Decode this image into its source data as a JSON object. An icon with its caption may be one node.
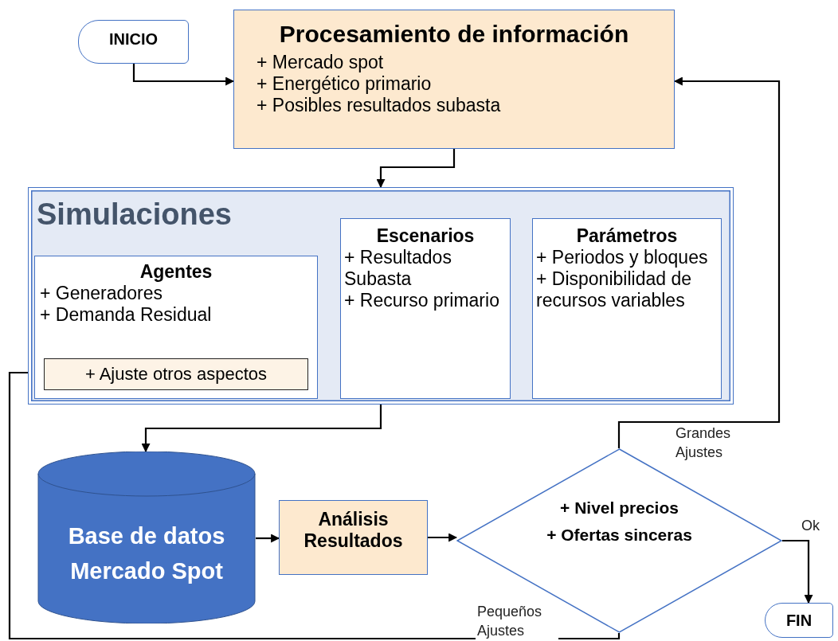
{
  "diagram": {
    "nodes": [
      {
        "text": [
          "INICIO"
        ]
      },
      {
        "text": [
          "Procesamiento de información",
          "+ Mercado spot",
          "+ Energético primario",
          "+ Posibles resultados subasta"
        ]
      },
      {
        "text": [
          "Simulaciones"
        ]
      },
      {
        "text": [
          "Agentes",
          "+ Generadores",
          "+ Demanda Residual"
        ],
        "in": 2
      },
      {
        "text": [
          "+ Ajuste otros aspectos"
        ],
        "in": 3
      },
      {
        "text": [
          "Escenarios",
          "+ Resultados Subasta",
          "+ Recurso primario"
        ],
        "in": 2
      },
      {
        "text": [
          "Parámetros",
          "+ Periodos y bloques",
          "+ Disponibilidad de recursos variables"
        ],
        "in": 2
      },
      {
        "text": [
          "Base de datos Mercado Spot"
        ]
      },
      {
        "text": [
          "Análisis Resultados"
        ]
      },
      {
        "text": [
          "+ Nivel precios",
          "+ Ofertas sinceras"
        ]
      },
      {
        "text": [
          "FIN"
        ]
      }
    ],
    "edges": [
      {
        "from": 0,
        "to": 1,
        "arrow": "to"
      },
      {
        "from": 1,
        "to": 2,
        "arrow": "to"
      },
      {
        "from": 2,
        "to": 7,
        "arrow": "to"
      },
      {
        "from": 7,
        "to": 8,
        "arrow": "to"
      },
      {
        "from": 8,
        "to": 9,
        "arrow": "to"
      },
      {
        "from": 9,
        "to": 1,
        "arrow": "to",
        "label": "Grandes Ajustes"
      },
      {
        "from": 9,
        "to": 10,
        "arrow": "to",
        "label": "Ok"
      },
      {
        "from": 9,
        "to": 4,
        "arrow": "to",
        "label": "Pequeños Ajustes"
      }
    ]
  }
}
